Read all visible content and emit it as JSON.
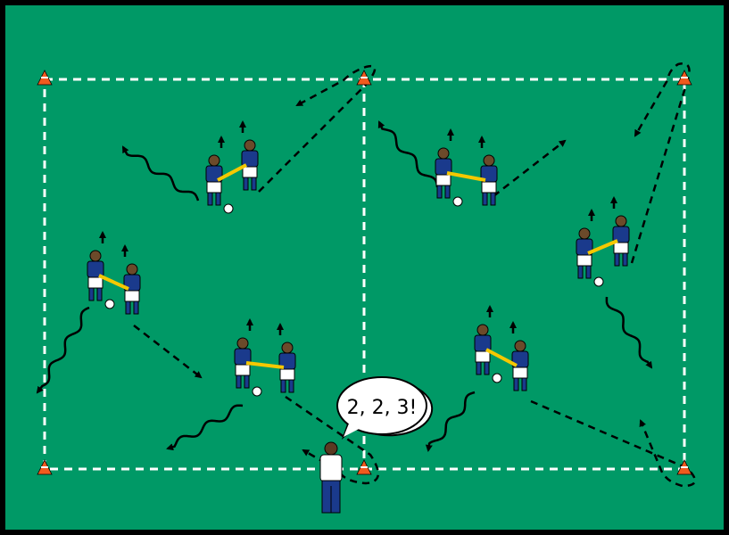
{
  "diagram": {
    "coach_call": "2, 2, 3!",
    "colors": {
      "pitch": "#009966",
      "border": "#000000",
      "lines": "#ffffff",
      "shirt": "#1a3a8c",
      "shorts": "#ffffff",
      "band": "#f5c800",
      "cone": "#f05a1e"
    },
    "player_pairs": 6,
    "cones": 6
  }
}
